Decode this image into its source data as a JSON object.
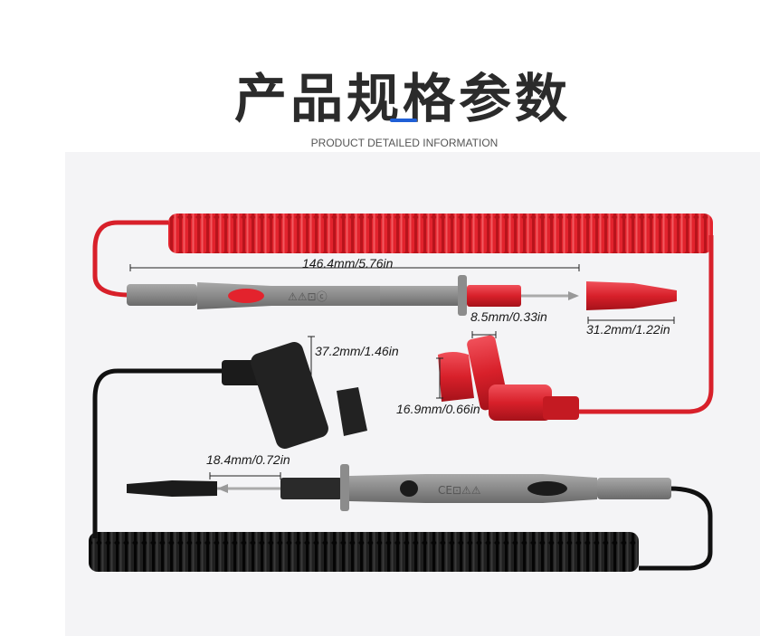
{
  "title": "产品规格参数",
  "subtitle": "PRODUCT DETAILED INFORMATION",
  "colors": {
    "accent": "#1f5fd6",
    "probe_red": "#d8202a",
    "probe_black": "#1b1b1b",
    "probe_grey": "#8b8b8b"
  },
  "dimensions": {
    "probe_length": "146.4mm/5.76in",
    "tip_length": "8.5mm/0.33in",
    "cap_length": "31.2mm/1.22in",
    "angle_plug_length": "37.2mm/1.46in",
    "small_cap_length": "16.9mm/0.66in",
    "black_tip_length": "18.4mm/0.72in"
  }
}
